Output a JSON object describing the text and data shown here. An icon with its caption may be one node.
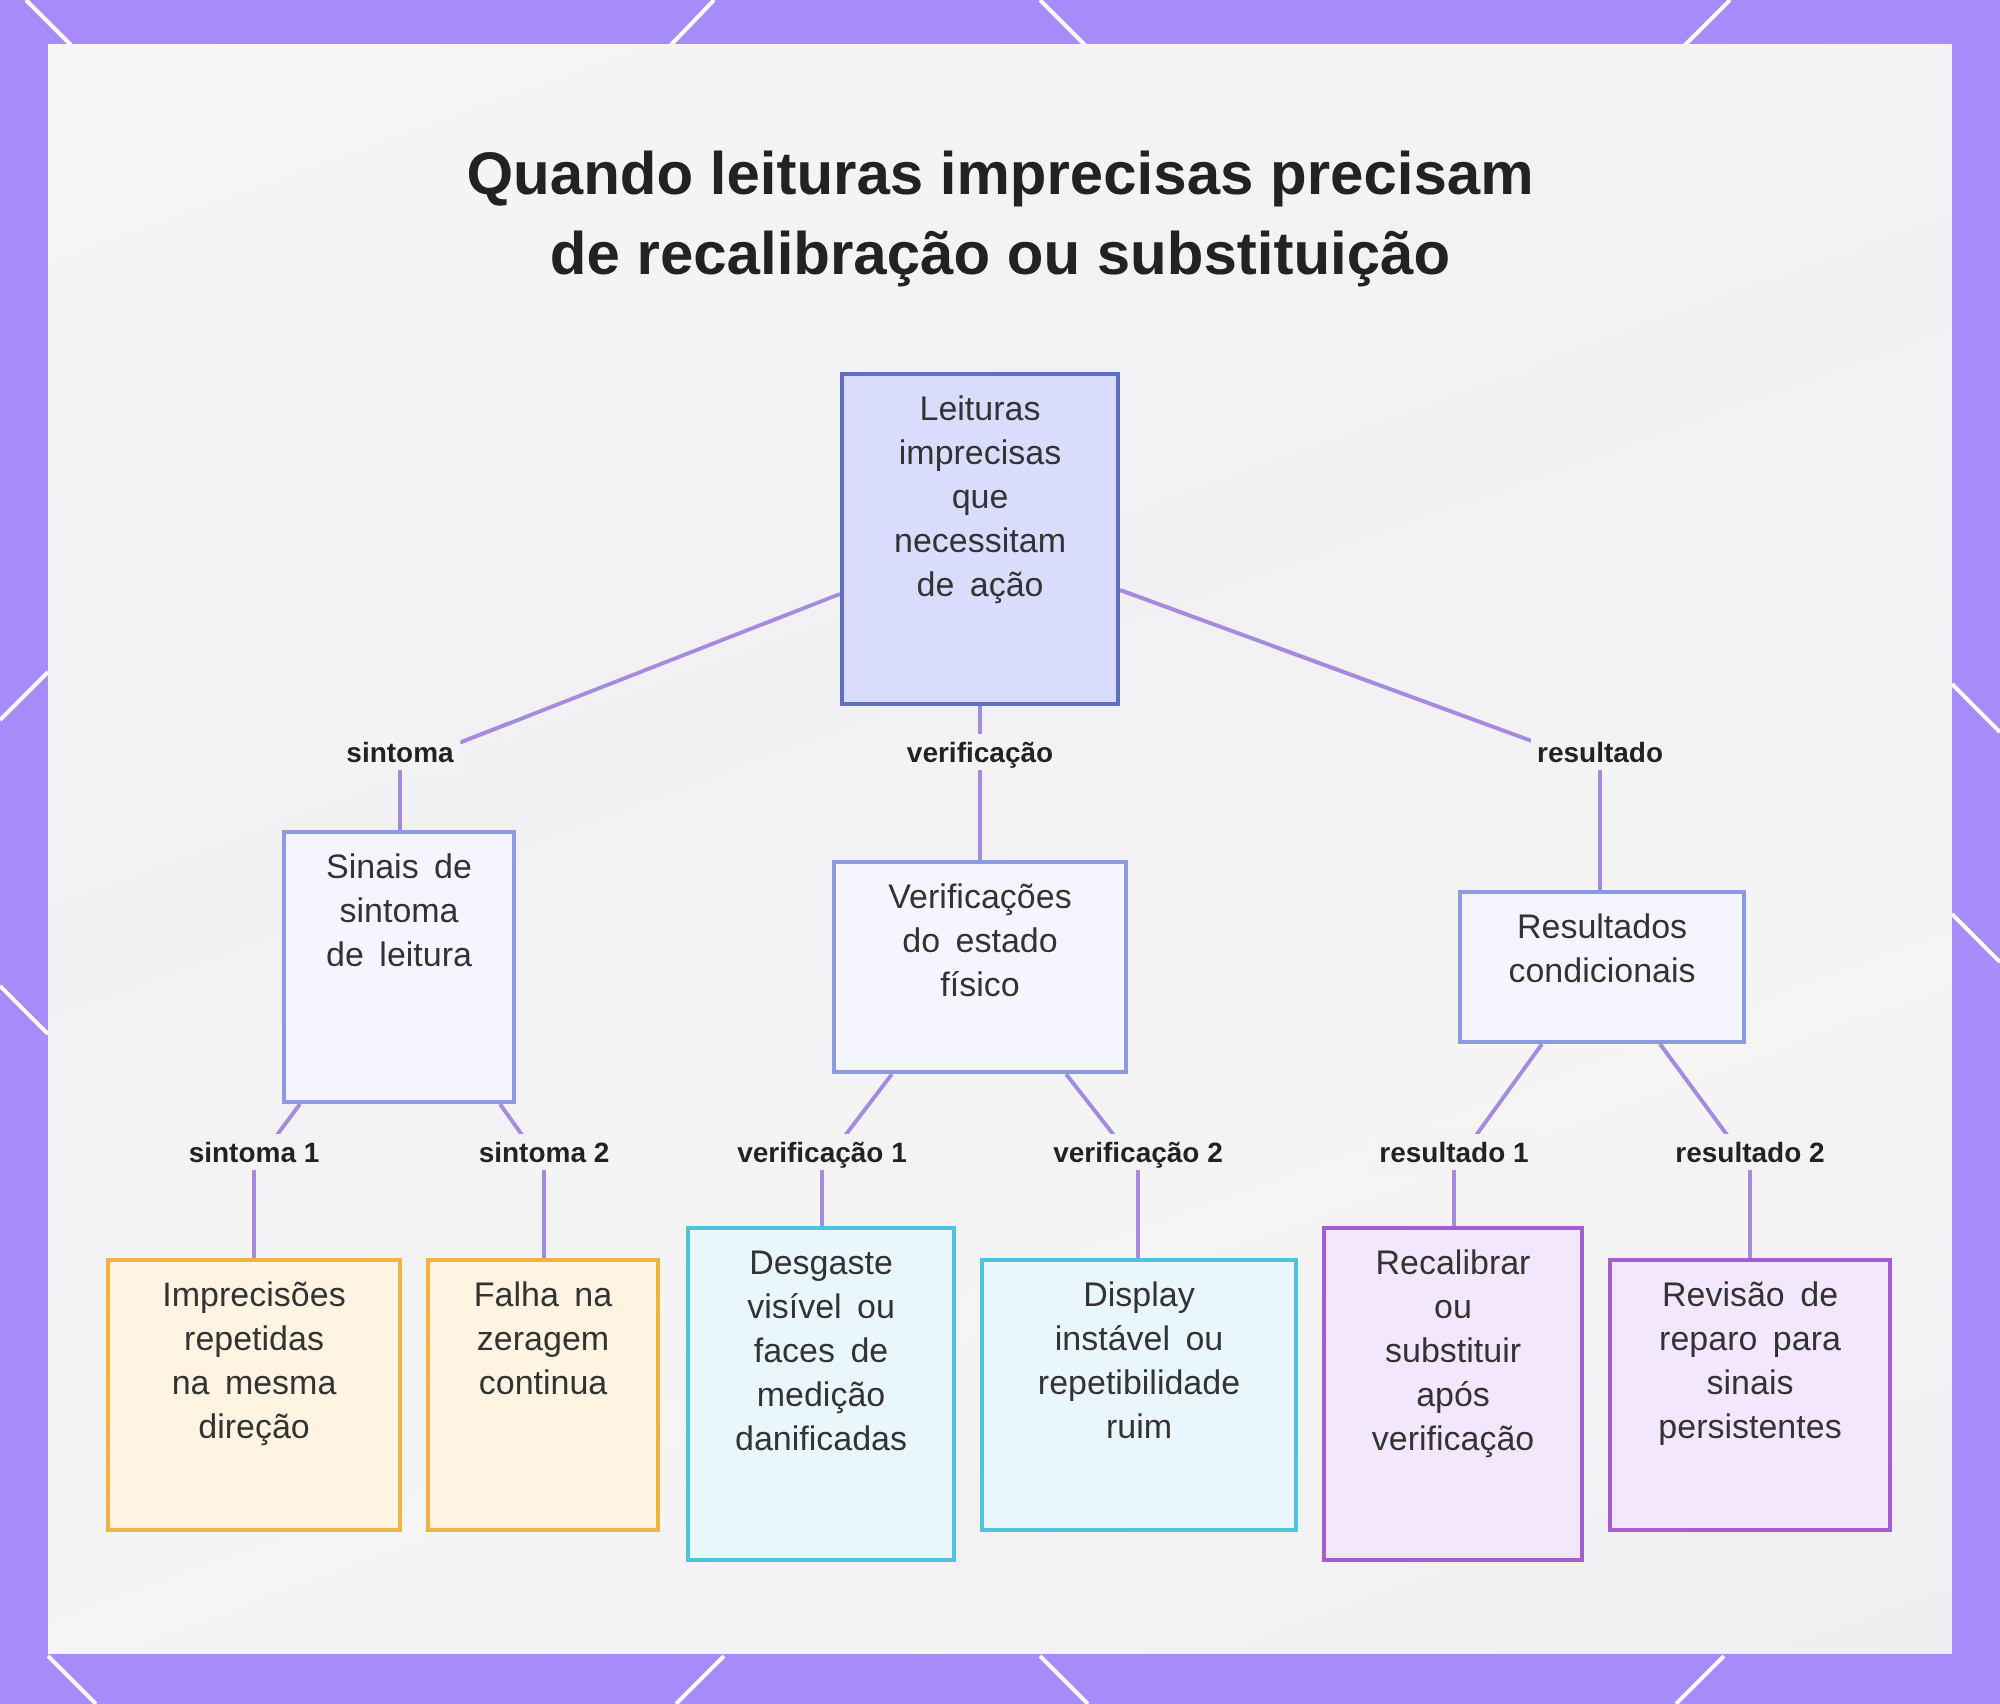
{
  "diagram": {
    "title": "Quando leituras imprecisas precisam de recalibração ou substituição",
    "nodes": [
      {
        "text": [
          "Leituras imprecisas que necessitam de ação"
        ]
      },
      {
        "text": [
          "Sinais de sintoma de leitura"
        ]
      },
      {
        "text": [
          "Verificações do estado físico"
        ]
      },
      {
        "text": [
          "Resultados condicionais"
        ]
      },
      {
        "text": [
          "Imprecisões repetidas na mesma direção"
        ]
      },
      {
        "text": [
          "Falha na zeragem continua"
        ]
      },
      {
        "text": [
          "Desgaste visível ou faces de medição danificadas"
        ]
      },
      {
        "text": [
          "Display instável ou repetibilidade ruim"
        ]
      },
      {
        "text": [
          "Recalibrar ou substituir após verificação"
        ]
      },
      {
        "text": [
          "Revisão de reparo para sinais persistentes"
        ]
      }
    ],
    "edges": [
      {
        "from": 0,
        "to": 1,
        "arrow": "none",
        "label": "sintoma"
      },
      {
        "from": 0,
        "to": 2,
        "arrow": "none",
        "label": "verificação"
      },
      {
        "from": 0,
        "to": 3,
        "arrow": "none",
        "label": "resultado"
      },
      {
        "from": 1,
        "to": 4,
        "arrow": "none",
        "label": "sintoma 1"
      },
      {
        "from": 1,
        "to": 5,
        "arrow": "none",
        "label": "sintoma 2"
      },
      {
        "from": 2,
        "to": 6,
        "arrow": "none",
        "label": "verificação 1"
      },
      {
        "from": 2,
        "to": 7,
        "arrow": "none",
        "label": "verificação 2"
      },
      {
        "from": 3,
        "to": 8,
        "arrow": "none",
        "label": "resultado 1"
      },
      {
        "from": 3,
        "to": 9,
        "arrow": "none",
        "label": "resultado 2"
      }
    ]
  }
}
